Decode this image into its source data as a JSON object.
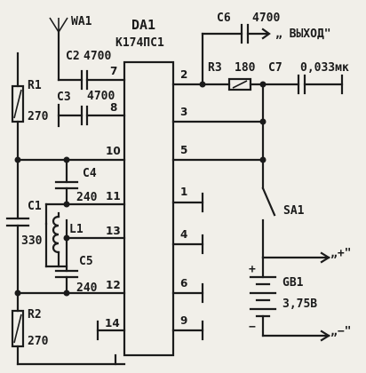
{
  "ic": {
    "ref": "DA1",
    "part": "К174ПС1"
  },
  "antenna": {
    "ref": "WA1"
  },
  "capacitors": {
    "c1": {
      "ref": "C1",
      "value": "330"
    },
    "c2": {
      "ref": "C2",
      "value": "4700"
    },
    "c3": {
      "ref": "C3",
      "value": "4700"
    },
    "c4": {
      "ref": "C4",
      "value": "240"
    },
    "c5": {
      "ref": "C5",
      "value": "240"
    },
    "c6": {
      "ref": "C6",
      "value": "4700"
    },
    "c7": {
      "ref": "C7",
      "value": "0,033мк"
    }
  },
  "resistors": {
    "r1": {
      "ref": "R1",
      "value": "270"
    },
    "r2": {
      "ref": "R2",
      "value": "270"
    },
    "r3": {
      "ref": "R3",
      "value": "180"
    }
  },
  "inductor": {
    "ref": "L1"
  },
  "switch": {
    "ref": "SA1"
  },
  "battery": {
    "ref": "GB1",
    "value": "3,75В",
    "plus": "+",
    "minus": "−"
  },
  "labels": {
    "output": "„ ВЫХОД\"",
    "term_plus": "„+\"",
    "term_minus": "„−\""
  },
  "pins": {
    "p1": "1",
    "p2": "2",
    "p3": "3",
    "p4": "4",
    "p5": "5",
    "p6": "6",
    "p7": "7",
    "p8": "8",
    "p9": "9",
    "p10": "10",
    "p11": "11",
    "p12": "12",
    "p13": "13",
    "p14": "14"
  }
}
